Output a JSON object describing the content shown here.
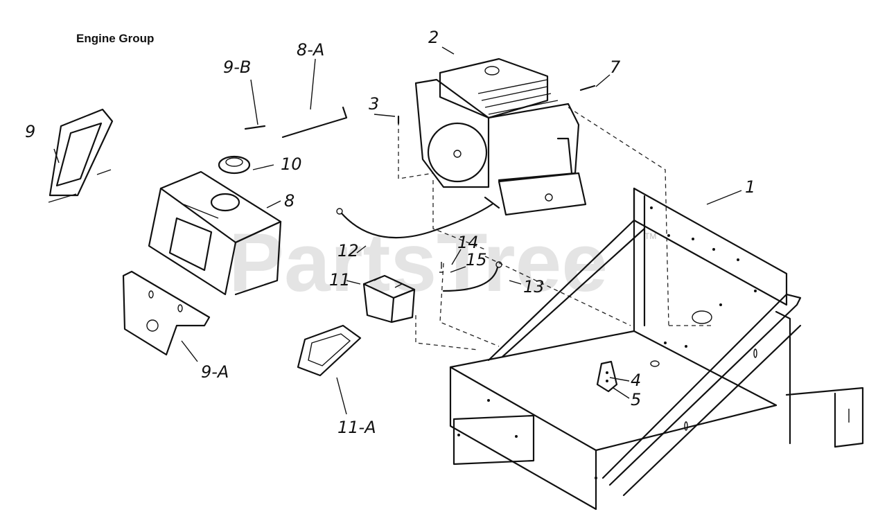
{
  "title": "Engine Group",
  "watermark": "PartsTree",
  "watermark_tm": "TM",
  "callouts": {
    "c1": "1",
    "c2": "2",
    "c3": "3",
    "c4": "4",
    "c5": "5",
    "c7": "7",
    "c8": "8",
    "c8a": "8-A",
    "c9": "9",
    "c9a": "9-A",
    "c9b": "9-B",
    "c10": "10",
    "c11": "11",
    "c11a": "11-A",
    "c12": "12",
    "c13": "13",
    "c14": "14",
    "c15": "15"
  }
}
